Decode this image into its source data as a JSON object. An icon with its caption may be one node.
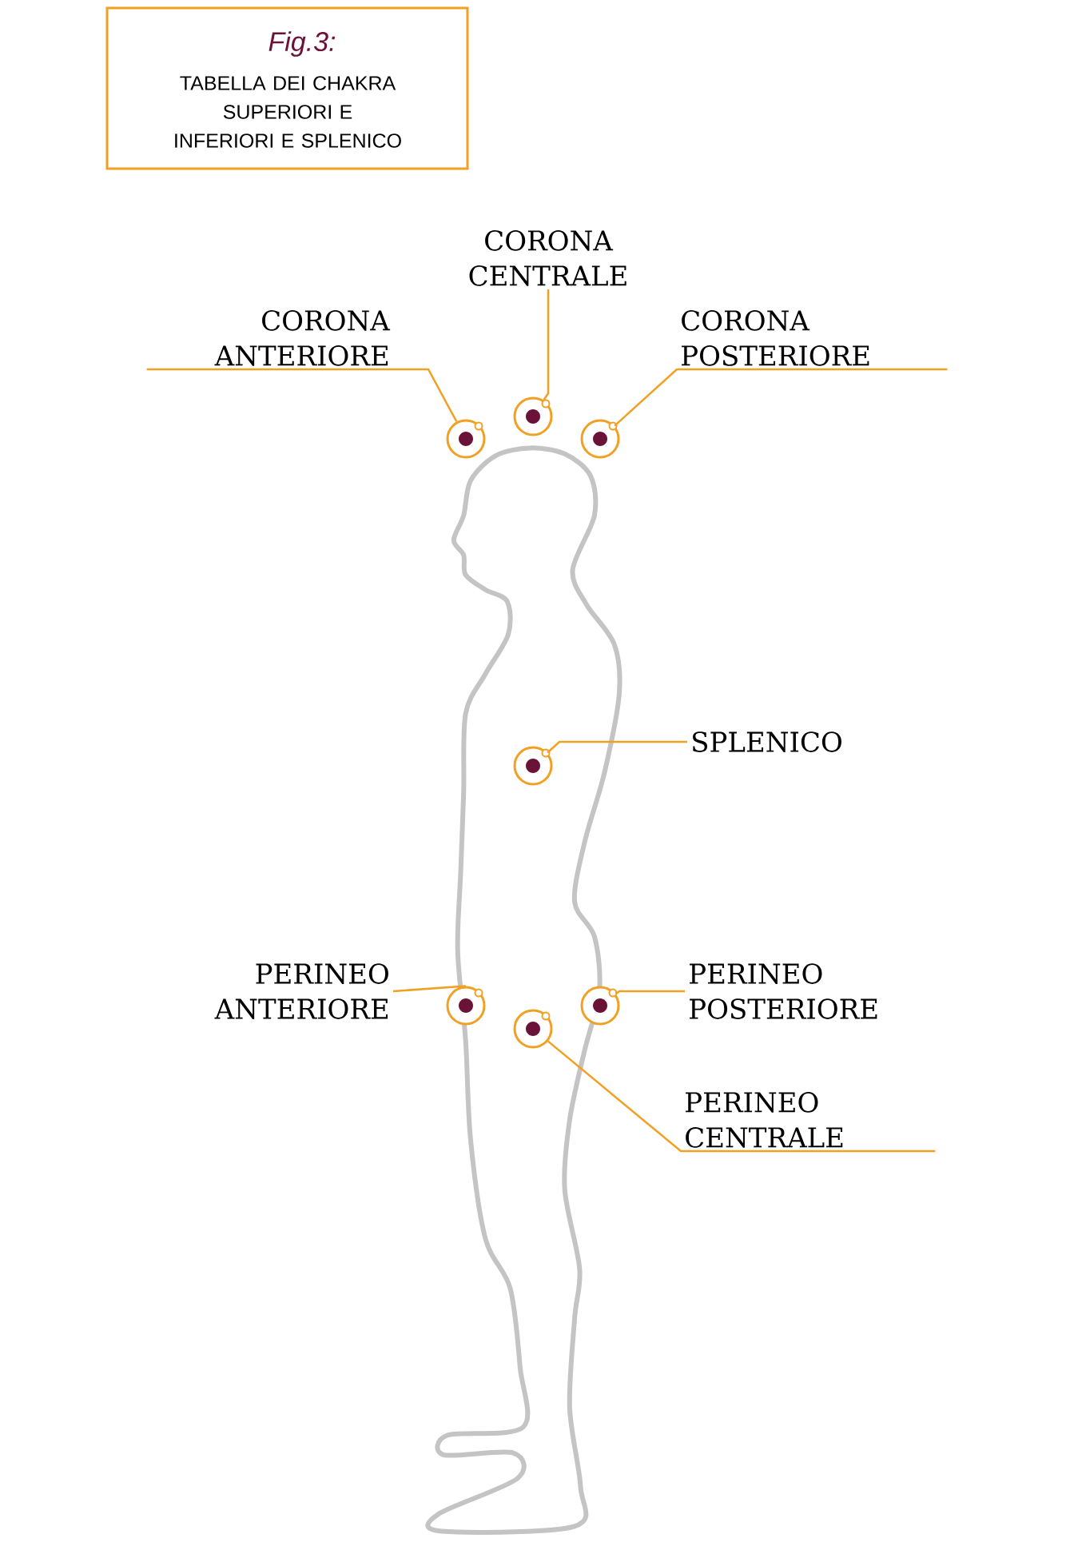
{
  "diagram": {
    "title": "Fig.3:",
    "caption": "TABELLA DEI CHAKRA SUPERIORI E INFERIORI E SPLENICO",
    "nodes": [
      {
        "text": [
          "CORONA CENTRALE"
        ]
      },
      {
        "text": [
          "CORONA ANTERIORE"
        ]
      },
      {
        "text": [
          "CORONA POSTERIORE"
        ]
      },
      {
        "text": [
          "SPLENICO"
        ]
      },
      {
        "text": [
          "PERINEO ANTERIORE"
        ]
      },
      {
        "text": [
          "PERINEO POSTERIORE"
        ]
      },
      {
        "text": [
          "PERINEO CENTRALE"
        ]
      },
      {
        "text": [],
        "shape": "circle"
      },
      {
        "text": [],
        "shape": "circle"
      },
      {
        "text": [],
        "shape": "circle"
      },
      {
        "text": [],
        "shape": "circle"
      },
      {
        "text": [],
        "shape": "circle"
      },
      {
        "text": [],
        "shape": "circle"
      },
      {
        "text": [],
        "shape": "circle"
      }
    ],
    "edges": [
      {
        "from": 0,
        "to": 7,
        "arrow": "none"
      },
      {
        "from": 1,
        "to": 8,
        "arrow": "none"
      },
      {
        "from": 2,
        "to": 9,
        "arrow": "none"
      },
      {
        "from": 3,
        "to": 10,
        "arrow": "none"
      },
      {
        "from": 4,
        "to": 11,
        "arrow": "none"
      },
      {
        "from": 5,
        "to": 12,
        "arrow": "none"
      },
      {
        "from": 6,
        "to": 13,
        "arrow": "none"
      }
    ]
  }
}
